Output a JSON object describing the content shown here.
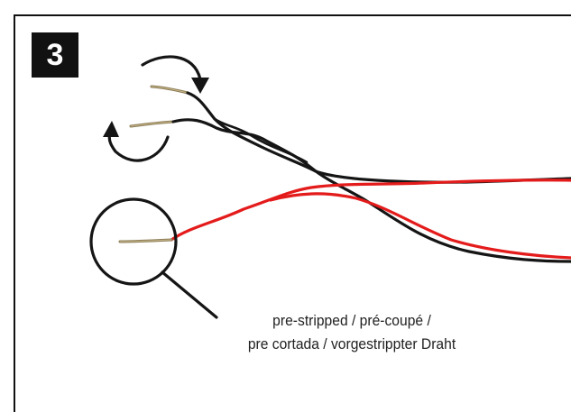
{
  "step": {
    "number": "3"
  },
  "callout": {
    "line1": "pre-stripped / pré-coupé /",
    "line2": "pre cortada / vorgestrippter Draht"
  },
  "colors": {
    "frame": "#111111",
    "black_wire": "#151515",
    "red_wire": "#e41b1b",
    "copper_tip": "#8a7a55"
  },
  "icons": {
    "rotate_arrows": [
      "curved-arrow-down-icon",
      "curved-arrow-up-icon"
    ],
    "magnifier": "callout-circle"
  }
}
